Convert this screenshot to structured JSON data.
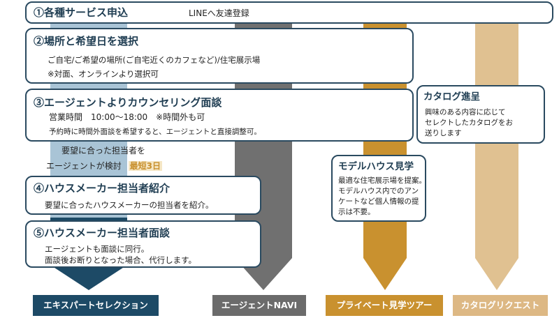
{
  "steps": {
    "step1": {
      "title": "①各種サービス申込",
      "note": "LINEへ友達登録"
    },
    "step2": {
      "title": "②場所と希望日を選択",
      "line1": "ご自宅/ご希望の場所(ご自宅近くのカフェなど)/住宅展示場",
      "line2": "※対面、オンラインより選択可"
    },
    "step3": {
      "title": "③エージェントよりカウンセリング面談",
      "line1": "営業時間　10:00～18:00　※時間外も可",
      "line2": "予約時に時間外面談を希望すると、エージェントと直接調整可。"
    },
    "between": {
      "line1": "要望に合った担当者を",
      "line2": "エージェントが検討",
      "highlight": "最短3日"
    },
    "step4": {
      "title": "④ハウスメーカー担当者紹介",
      "line1": "要望に合ったハウスメーカーの担当者を紹介。"
    },
    "step5": {
      "title": "⑤ハウスメーカー担当者面談",
      "line1": "エージェントも面談に同行。",
      "line2": "面談後お断りとなった場合、代行します。"
    }
  },
  "model_house": {
    "title": "モデルハウス見学",
    "lines": [
      "最適な住宅展示場を提案。",
      "モデルハウス内でのアン",
      "ケートなど個人情報の提",
      "示は不要。"
    ]
  },
  "catalog": {
    "title": "カタログ進呈",
    "lines": [
      "興味のある内容に応じて",
      "セレクトしたカタログをお",
      "送りします"
    ]
  },
  "services": [
    {
      "label": "エキスパートセレクション",
      "color": "#1d4a66"
    },
    {
      "label": "エージェントNAVI",
      "color": "#6b6b6b"
    },
    {
      "label": "プライベート見学ツアー",
      "color": "#c9912f"
    },
    {
      "label": "カタログリクエスト",
      "color": "#ddb884"
    }
  ],
  "colors": {
    "lane1_light": "#a9c4d6",
    "lane1_dark": "#1d4a66",
    "lane2": "#707070",
    "lane3": "#c9912f",
    "lane4": "#e0c191",
    "card_border": "#2a4a60"
  }
}
